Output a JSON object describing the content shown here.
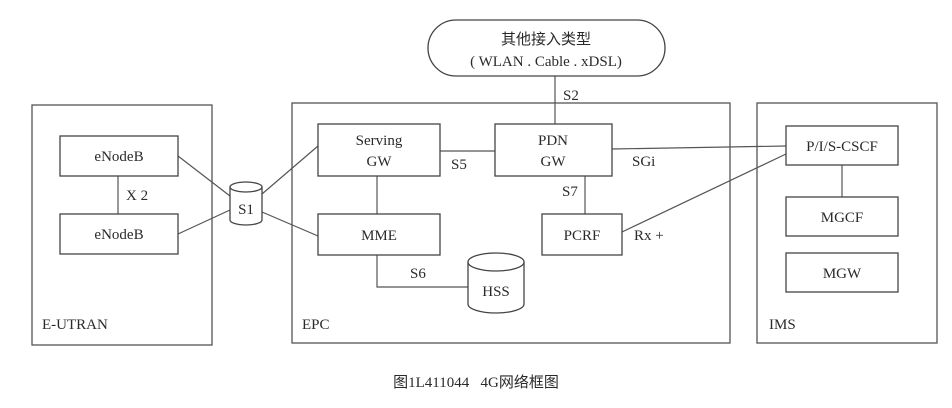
{
  "panels": {
    "eutran": "E-UTRAN",
    "epc": "EPC",
    "ims": "IMS"
  },
  "nodes": {
    "enodeb_top": "eNodeB",
    "enodeb_bottom": "eNodeB",
    "s1": "S1",
    "serving_gw_line1": "Serving",
    "serving_gw_line2": "GW",
    "pdn_gw_line1": "PDN",
    "pdn_gw_line2": "GW",
    "mme": "MME",
    "pcrf": "PCRF",
    "hss": "HSS",
    "pcscf": "P/I/S-CSCF",
    "mgcf": "MGCF",
    "mgw": "MGW",
    "other_access_line1": "其他接入类型",
    "other_access_line2": "( WLAN . Cable . xDSL)"
  },
  "interfaces": {
    "x2": "X 2",
    "s2": "S2",
    "s5": "S5",
    "sgi": "SGi",
    "s7": "S7",
    "s6": "S6",
    "rx": "Rx +"
  },
  "caption": "图1L411044   4G网络框图"
}
